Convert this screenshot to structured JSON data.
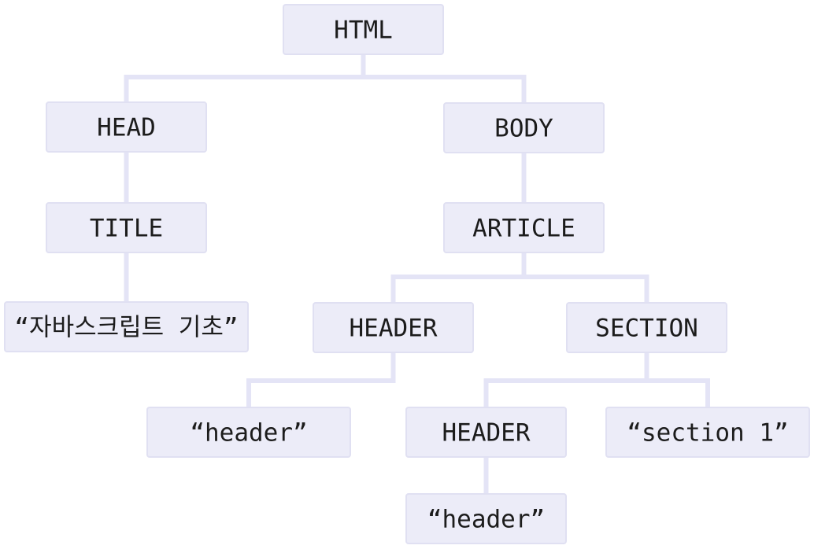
{
  "tree": {
    "nodes": [
      {
        "id": "html",
        "label": "HTML"
      },
      {
        "id": "head",
        "label": "HEAD"
      },
      {
        "id": "body",
        "label": "BODY"
      },
      {
        "id": "title",
        "label": "TITLE"
      },
      {
        "id": "title_text",
        "label": "“자바스크립트 기초”"
      },
      {
        "id": "article",
        "label": "ARTICLE"
      },
      {
        "id": "header1",
        "label": "HEADER"
      },
      {
        "id": "section",
        "label": "SECTION"
      },
      {
        "id": "header1_text",
        "label": "“header”"
      },
      {
        "id": "header2",
        "label": "HEADER"
      },
      {
        "id": "section_text",
        "label": "“section 1”"
      },
      {
        "id": "header2_text",
        "label": "“header”"
      }
    ],
    "edges": [
      [
        "html",
        "head"
      ],
      [
        "html",
        "body"
      ],
      [
        "head",
        "title"
      ],
      [
        "title",
        "title_text"
      ],
      [
        "body",
        "article"
      ],
      [
        "article",
        "header1"
      ],
      [
        "article",
        "section"
      ],
      [
        "header1",
        "header1_text"
      ],
      [
        "section",
        "header2"
      ],
      [
        "section",
        "section_text"
      ],
      [
        "header2",
        "header2_text"
      ]
    ]
  }
}
